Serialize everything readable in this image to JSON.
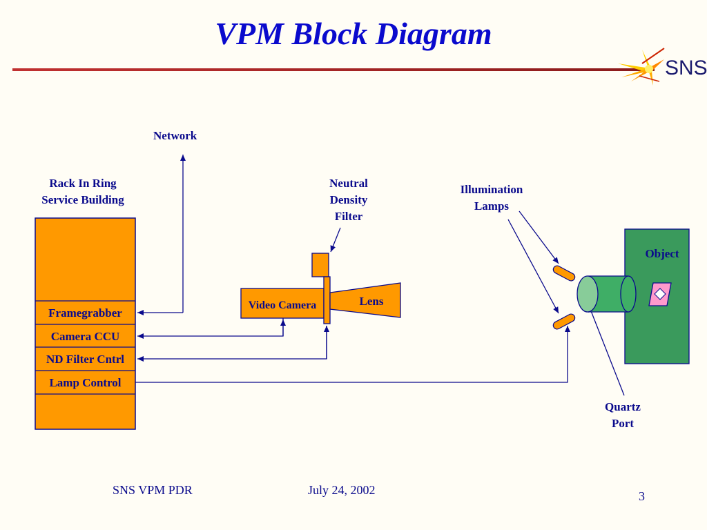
{
  "slide": {
    "title": "VPM Block Diagram",
    "logo_text": "SNS",
    "footer_left": "SNS VPM PDR",
    "footer_center": "July 24, 2002",
    "page_number": "3"
  },
  "labels": {
    "network": "Network",
    "rack_line1": "Rack In Ring",
    "rack_line2": "Service Building",
    "nd_filter_line1": "Neutral",
    "nd_filter_line2": "Density",
    "nd_filter_line3": "Filter",
    "illum_line1": "Illumination",
    "illum_line2": "Lamps",
    "video_camera": "Video Camera",
    "lens": "Lens",
    "object": "Object",
    "quartz_line1": "Quartz",
    "quartz_line2": "Port"
  },
  "rack_modules": [
    "Framegrabber",
    "Camera CCU",
    "ND Filter Cntrl",
    "Lamp Control"
  ],
  "colors": {
    "orange": "#FF9900",
    "green": "#3A9A5C",
    "cylinder": "#55CC77",
    "lens_face": "#88CC99",
    "navy": "#0A0A8C",
    "title_blue": "#0A0ACD",
    "rule_red": "#B02020",
    "object_pink": "#FF99CC"
  }
}
